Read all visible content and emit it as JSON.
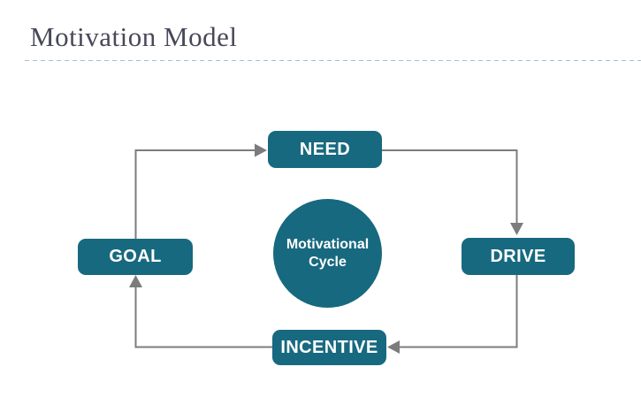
{
  "slide": {
    "title": "Motivation Model",
    "colors": {
      "background": "#FFFFFF",
      "title_text": "#48485A",
      "divider": "#A6BFD3"
    }
  },
  "diagram": {
    "type": "cycle",
    "center_label": {
      "line1": "Motivational",
      "line2": "Cycle"
    },
    "nodes": [
      {
        "id": "need",
        "label": "NEED"
      },
      {
        "id": "drive",
        "label": "DRIVE"
      },
      {
        "id": "incentive",
        "label": "INCENTIVE"
      },
      {
        "id": "goal",
        "label": "GOAL"
      }
    ],
    "edges": [
      {
        "from": "GOAL",
        "to": "NEED"
      },
      {
        "from": "NEED",
        "to": "DRIVE"
      },
      {
        "from": "DRIVE",
        "to": "INCENTIVE"
      },
      {
        "from": "INCENTIVE",
        "to": "GOAL"
      }
    ],
    "colors": {
      "node_fill": "#17697F",
      "node_text": "#FFFFFF",
      "connector": "#7C7C7C"
    }
  }
}
